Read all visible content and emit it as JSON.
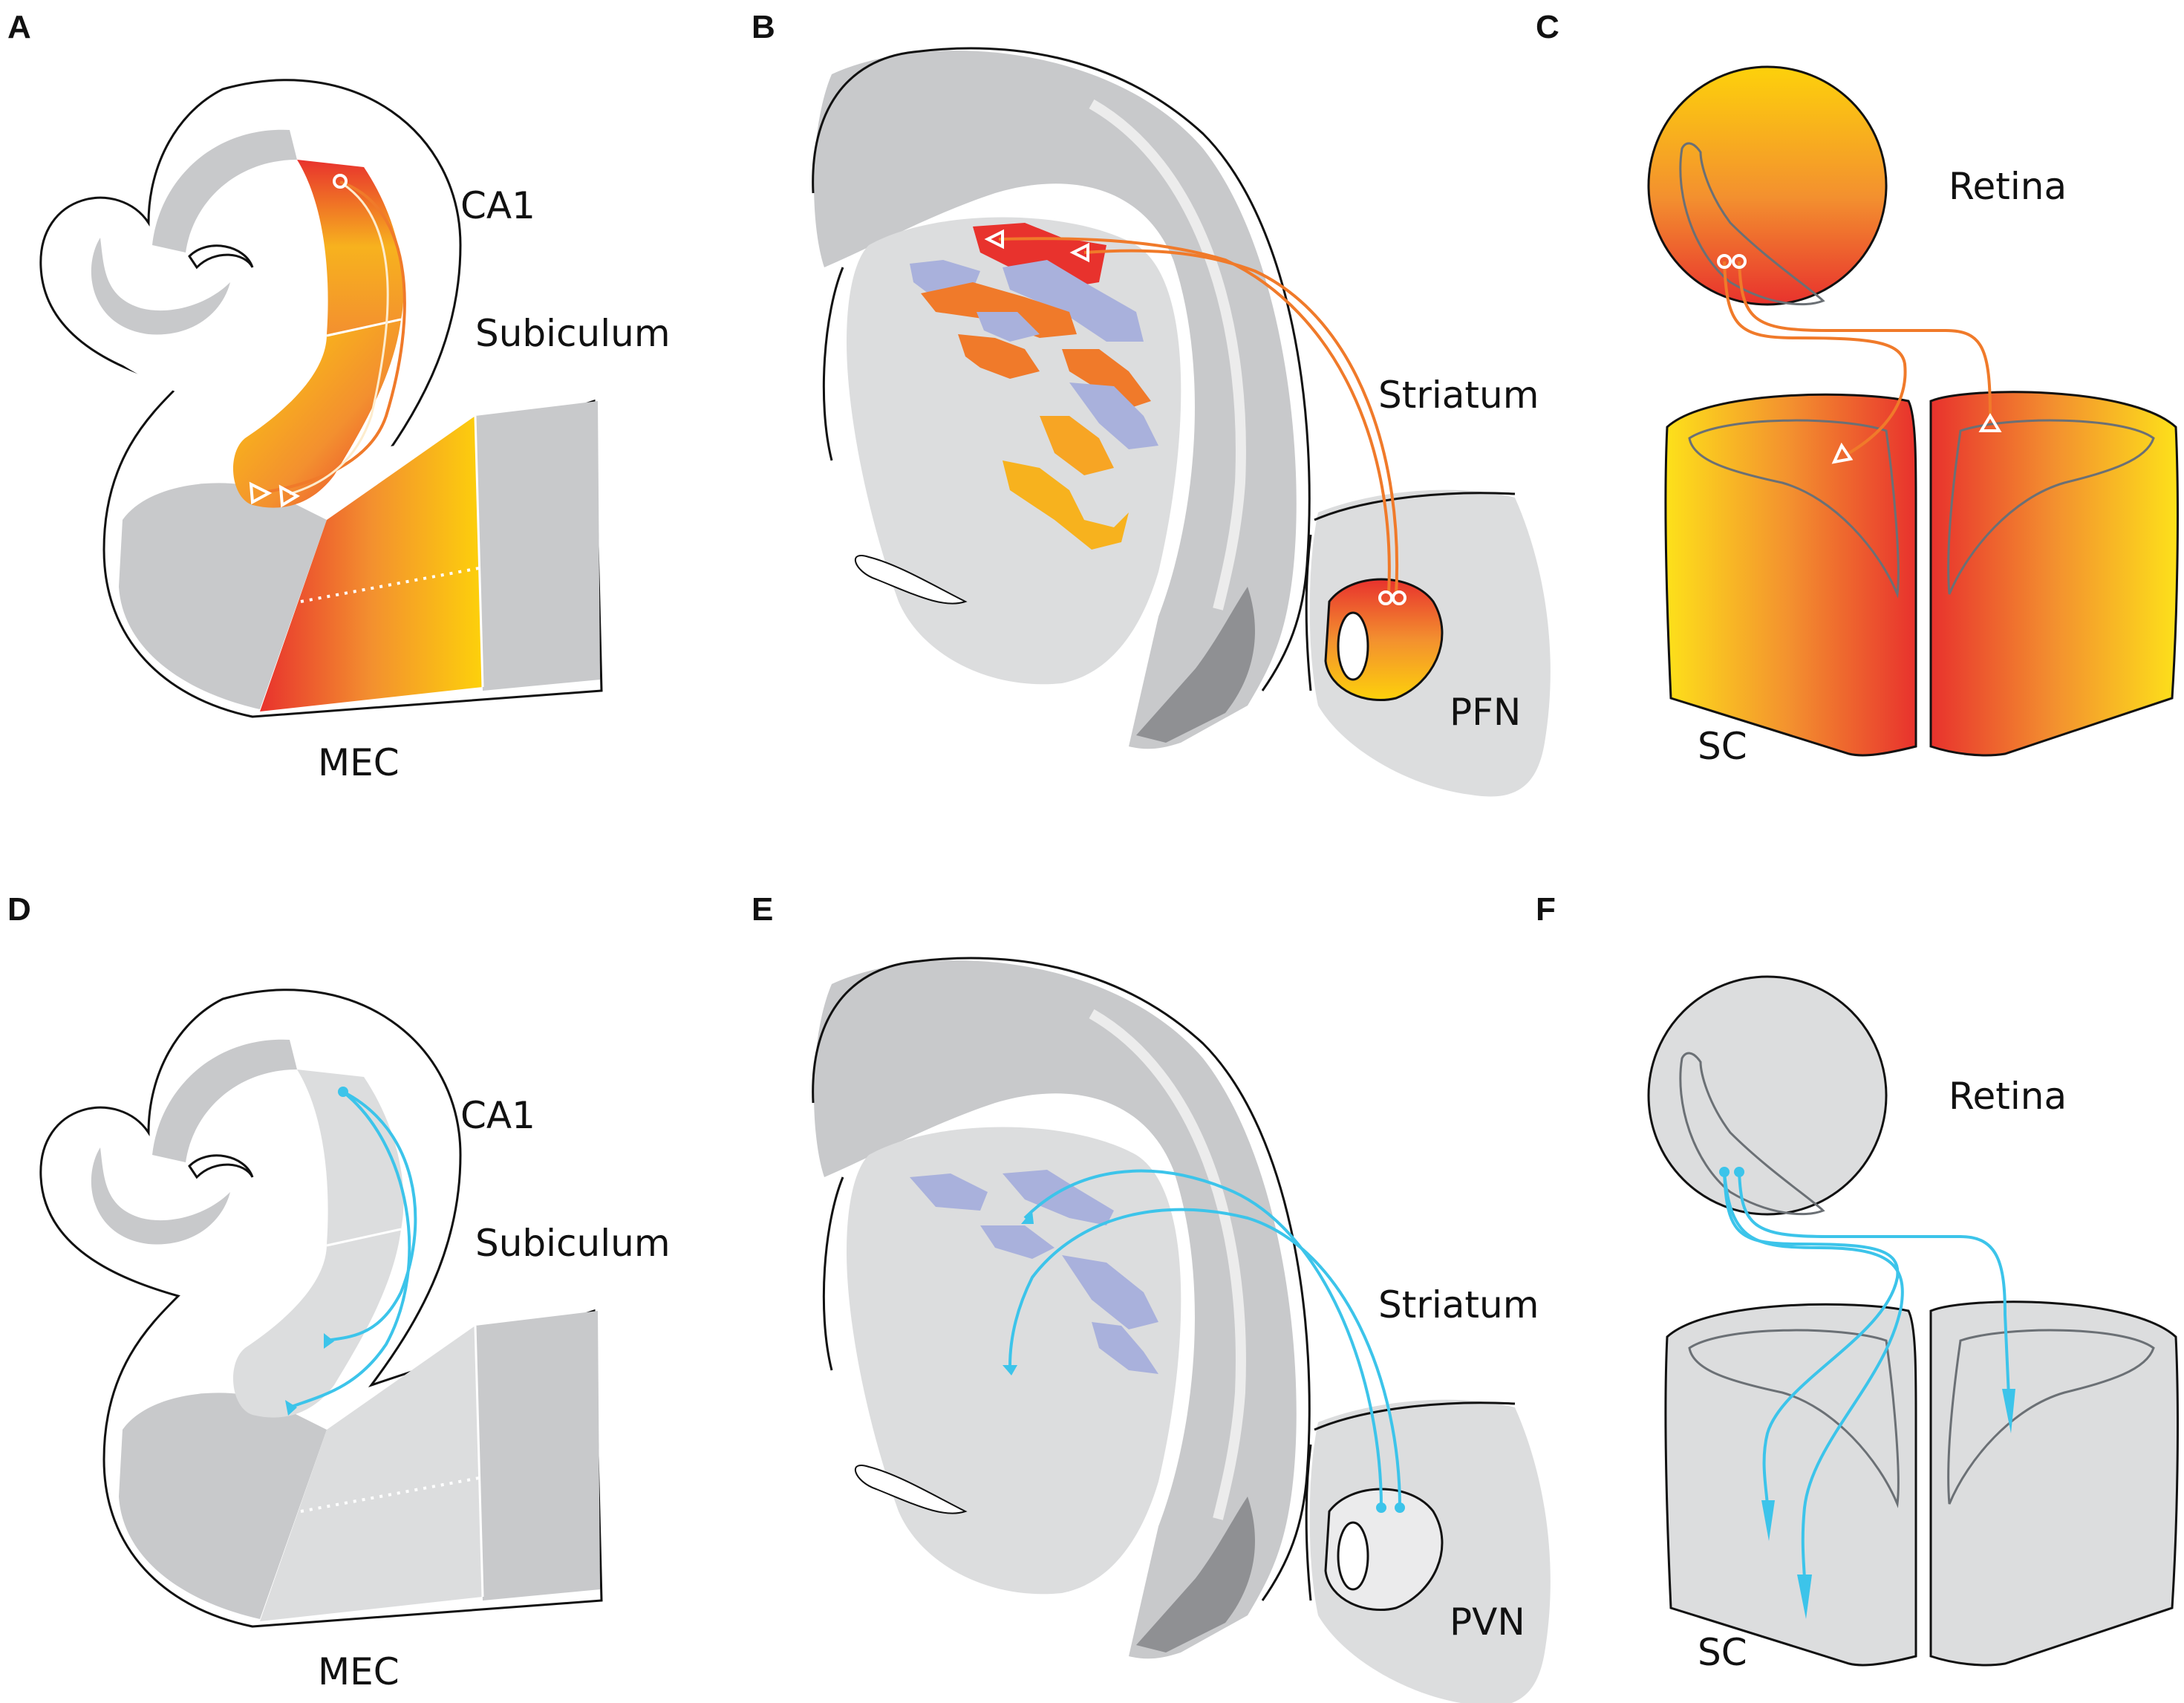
{
  "panels": {
    "a": {
      "letter": "A",
      "labels": {
        "ca1": "CA1",
        "subiculum": "Subiculum",
        "mec": "MEC"
      }
    },
    "b": {
      "letter": "B",
      "labels": {
        "striatum": "Striatum",
        "nucleus": "PFN"
      }
    },
    "c": {
      "letter": "C",
      "labels": {
        "retina": "Retina",
        "sc": "SC"
      }
    },
    "d": {
      "letter": "D",
      "labels": {
        "ca1": "CA1",
        "subiculum": "Subiculum",
        "mec": "MEC"
      }
    },
    "e": {
      "letter": "E",
      "labels": {
        "striatum": "Striatum",
        "nucleus": "PVN"
      }
    },
    "f": {
      "letter": "F",
      "labels": {
        "retina": "Retina",
        "sc": "SC"
      }
    }
  },
  "colors": {
    "tissue_light": "#dcddde",
    "tissue_mid": "#c8c9cb",
    "tissue_dark": "#8f9093",
    "patch_blue": "#a9b1dc",
    "gradient_red": "#e8322d",
    "gradient_orange": "#f3902f",
    "gradient_yellow": "#fdd10b",
    "axon_orange": "#f07a2a",
    "axon_cyan": "#3cc4ea"
  }
}
